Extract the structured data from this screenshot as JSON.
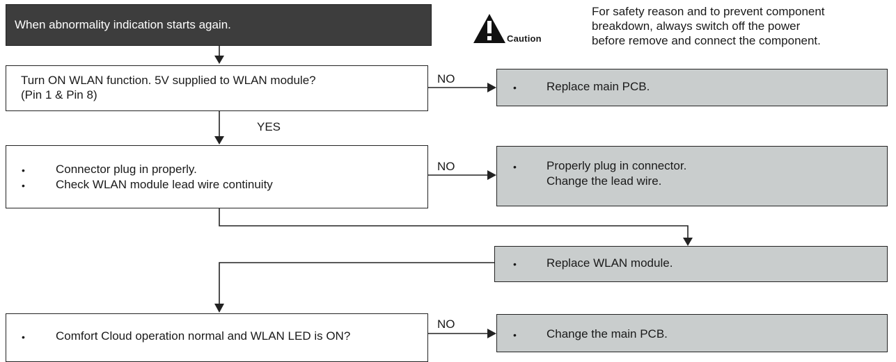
{
  "start": {
    "text": "When abnormality indication starts again."
  },
  "caution": {
    "label": "Caution",
    "note": "For safety reason and to prevent component\nbreakdown, always switch off the power\nbefore remove and connect the component."
  },
  "step1": {
    "line1": "Turn ON WLAN function. 5V supplied to WLAN module?",
    "line2": "(Pin 1 & Pin 8)",
    "no_label": "NO",
    "yes_label": "YES",
    "no_action": "Replace main PCB."
  },
  "step2": {
    "item1": "Connector plug in properly.",
    "item2": "Check WLAN module lead wire continuity",
    "no_label": "NO",
    "no_action1": "Properly plug in connector.",
    "no_action2": "Change the lead wire."
  },
  "step3": {
    "action": "Replace WLAN module."
  },
  "step4": {
    "item1": "Comfort Cloud operation normal and WLAN LED is ON?",
    "no_label": "NO",
    "no_action": "Change the main PCB."
  },
  "bullet": "•"
}
